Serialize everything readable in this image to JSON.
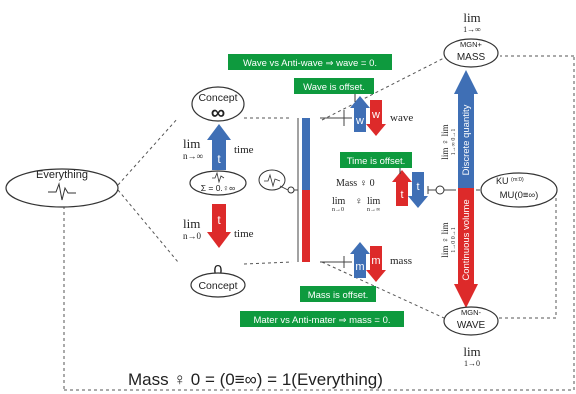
{
  "nodes": {
    "everything": "Everything",
    "concept_top_label": "Concept",
    "concept_top_symbol": "∞",
    "sum_label": "Σ = 0.♀∞",
    "zero_symbol": "0",
    "concept_bottom_label": "Concept",
    "mass_label": "MASS",
    "mgn_plus": "MGN+",
    "wave_label": "WAVE",
    "mgn_minus": "MGN-",
    "ku_label": "KU",
    "ku_sup": "(m⫶0)",
    "mu_label": "MU(0≡∞)"
  },
  "limits": {
    "lim_word": "lim",
    "time_up_sub": "n→∞",
    "time_down_sub": "n→0",
    "top_sub": "1→∞",
    "bottom_sub": "1→0",
    "center_eq_line1": "Mass ♀ 0",
    "center_eq_line2_left": "lim",
    "center_eq_line2_left_sub": "n→0",
    "center_eq_line2_mid": "♀",
    "center_eq_line2_right": "lim",
    "center_eq_line2_right_sub": "n→∞",
    "vertical_upper": "lim ♀ lim",
    "vertical_upper_sub": "1→∞   0→1",
    "vertical_lower": "lim ♀ lim",
    "vertical_lower_sub": "1→0   0→1"
  },
  "arrows": {
    "t_label": "t",
    "time_label": "time",
    "w_label": "w",
    "wave_label": "wave",
    "m_label": "m",
    "mass_label": "mass",
    "discrete_label": "Discrete quantity",
    "continuous_label": "Continuous volume"
  },
  "banners": {
    "wave_anti": "Wave vs Anti-wave ⇒ wave = 0.",
    "wave_offset": "Wave is offset.",
    "time_offset": "Time is offset.",
    "mass_offset": "Mass is offset.",
    "mater_anti": "Mater vs Anti-mater ⇒ mass = 0."
  },
  "bottom_formula": "Mass ♀ 0 = (0≡∞) = 1(Everything)",
  "colors": {
    "blue": "#3f6fb5",
    "red": "#dd2a2a",
    "green": "#0e9a3e",
    "line": "#444444"
  }
}
